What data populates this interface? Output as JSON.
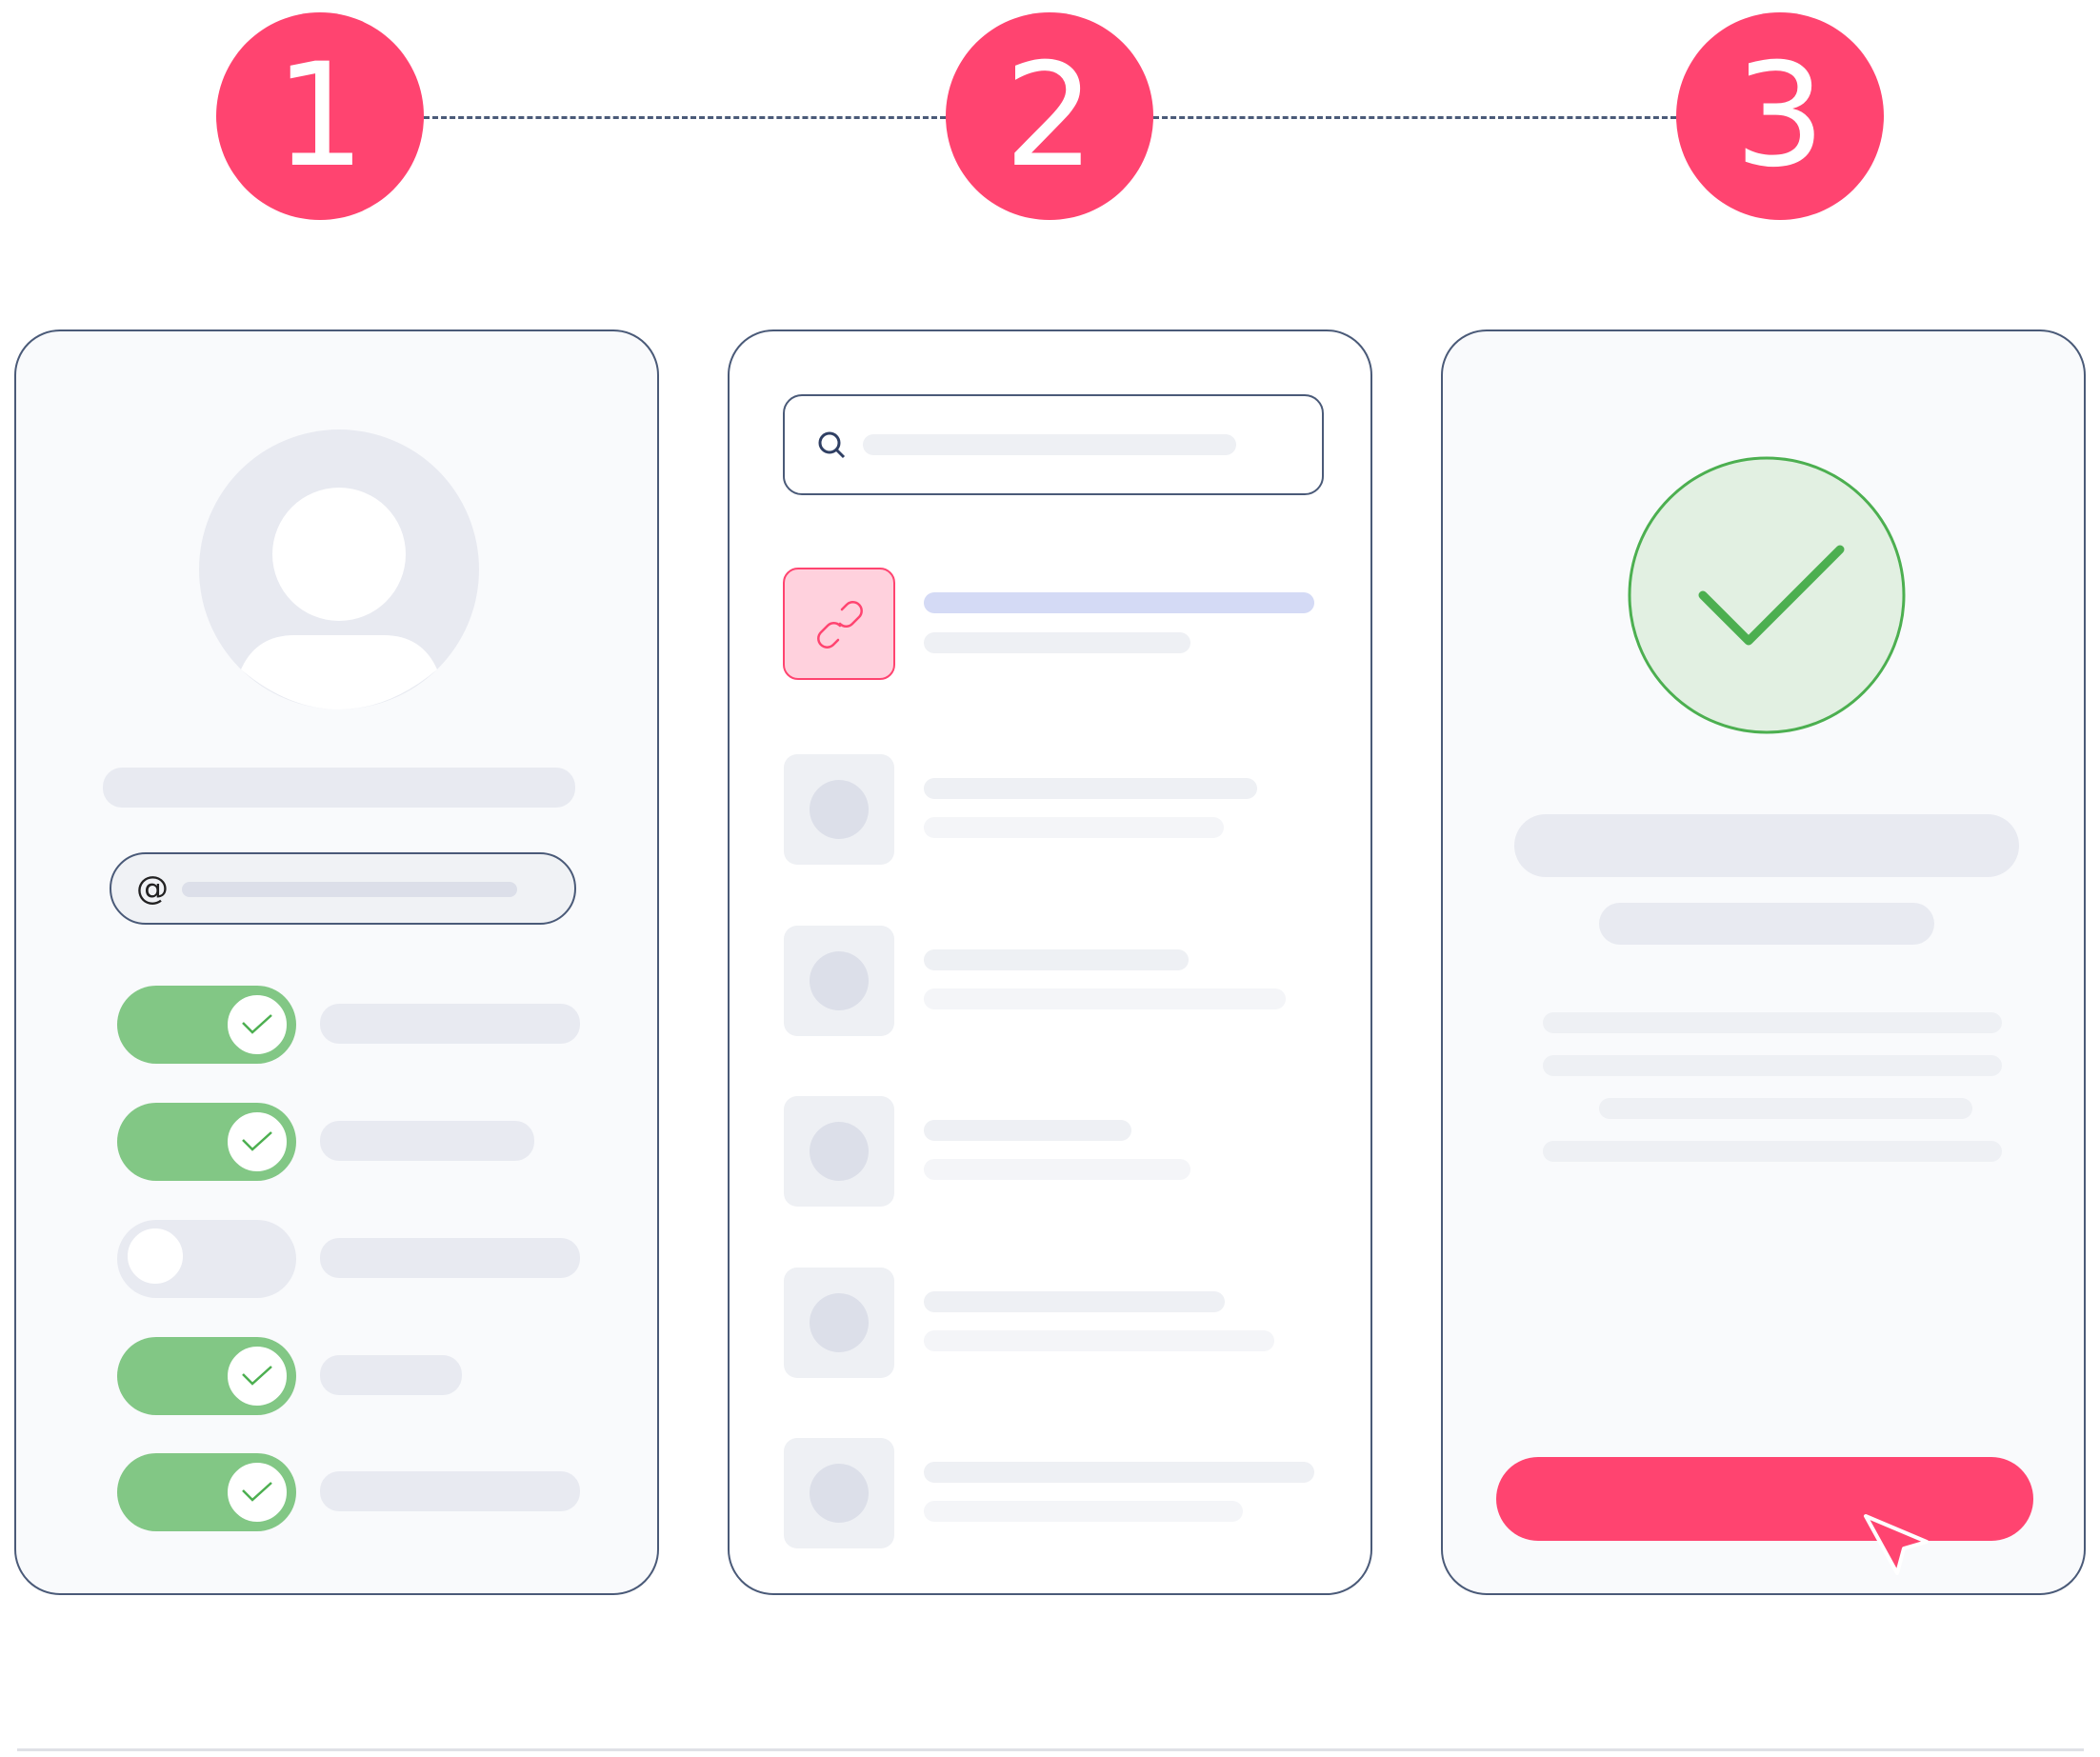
{
  "steps": [
    {
      "number": "1"
    },
    {
      "number": "2"
    },
    {
      "number": "3"
    }
  ],
  "colors": {
    "accent": "#ff4470",
    "success": "#4caf50",
    "toggle_on": "#82c785",
    "outline": "#4a5a78",
    "selected_tile": "#ffd1dd",
    "selected_bar": "#d4daf5"
  },
  "profile_panel": {
    "email_field": {
      "symbol": "@",
      "value": ""
    },
    "settings": [
      {
        "enabled": true,
        "icon": "check-icon"
      },
      {
        "enabled": true,
        "icon": "check-icon"
      },
      {
        "enabled": false,
        "icon": ""
      },
      {
        "enabled": true,
        "icon": "check-icon"
      },
      {
        "enabled": true,
        "icon": "check-icon"
      }
    ]
  },
  "search_panel": {
    "search_input": {
      "placeholder": "",
      "icon": "search-icon"
    },
    "selected_result_icon": "link-icon",
    "result_count": 6
  },
  "success_panel": {
    "status_icon": "checkmark-icon",
    "confirm_button_label": "",
    "cursor_icon": "cursor-arrow-icon"
  }
}
